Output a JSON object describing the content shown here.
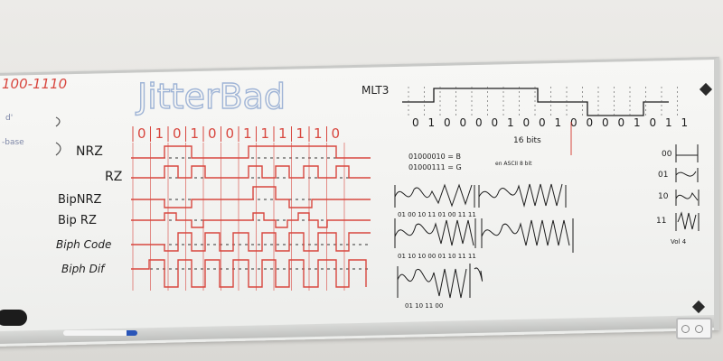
{
  "board": {
    "corner_label": "100-1110",
    "title": "JitterBad",
    "mlt3": "MLT3",
    "left_fragments": [
      "d'",
      "-base"
    ],
    "bits_header": [
      "0",
      "1",
      "0",
      "1",
      "0",
      "0",
      "1",
      "1",
      "1",
      "1",
      "1",
      "0"
    ],
    "waveform_labels": [
      "NRZ",
      "RZ",
      "BipNRZ",
      "Bip RZ",
      "Biph Code",
      "Biph Dif"
    ],
    "mlt3_bits": [
      "0",
      "1",
      "0",
      "0",
      "0",
      "0",
      "1",
      "0",
      "0",
      "1",
      "0",
      "0",
      "0",
      "0",
      "1",
      "0",
      "1",
      "1"
    ],
    "bit_count": "16 bits",
    "ascii_lines": [
      "01000010 = B",
      "01000111 = G"
    ],
    "ascii_note": "en ASCII 8 bit",
    "row1_bits": "01 00 10 11  01 00 11 11",
    "row2_bits": "01 10 10 00  01 10 11 11",
    "row3_bits": "01 10 11 00",
    "legend_codes": [
      "00",
      "01",
      "10",
      "11"
    ],
    "legend_note": "Vol 4"
  },
  "colors": {
    "red_ink": "#d8473f",
    "black_ink": "#1d1d1d",
    "blue_ink": "#9fb4d6"
  }
}
